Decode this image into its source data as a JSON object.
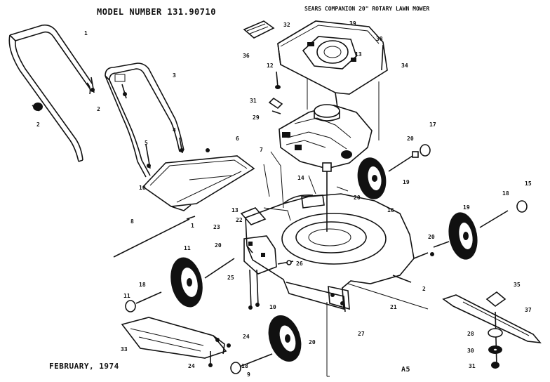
{
  "header": {
    "model_number": "MODEL NUMBER 131.90710",
    "subtitle": "SEARS COMPANION 20\" ROTARY LAWN MOWER"
  },
  "footer": {
    "date": "FEBRUARY, 1974",
    "page_code": "A5"
  },
  "callouts": [
    {
      "id": "c1",
      "text": "1"
    },
    {
      "id": "c2",
      "text": "2"
    },
    {
      "id": "c3",
      "text": "3"
    },
    {
      "id": "c4",
      "text": "4"
    },
    {
      "id": "c5",
      "text": "5"
    },
    {
      "id": "c6",
      "text": "6"
    },
    {
      "id": "c7",
      "text": "7"
    },
    {
      "id": "c8",
      "text": "8"
    },
    {
      "id": "c9",
      "text": "9"
    },
    {
      "id": "c10",
      "text": "10"
    },
    {
      "id": "c11",
      "text": "11"
    },
    {
      "id": "c12",
      "text": "12"
    },
    {
      "id": "c13",
      "text": "13"
    },
    {
      "id": "c14",
      "text": "14"
    },
    {
      "id": "c15",
      "text": "15"
    },
    {
      "id": "c16",
      "text": "16"
    },
    {
      "id": "c17",
      "text": "17"
    },
    {
      "id": "c18",
      "text": "18"
    },
    {
      "id": "c19",
      "text": "19"
    },
    {
      "id": "c20",
      "text": "20"
    },
    {
      "id": "c21",
      "text": "21"
    },
    {
      "id": "c22",
      "text": "22"
    },
    {
      "id": "c23",
      "text": "23"
    },
    {
      "id": "c24",
      "text": "24"
    },
    {
      "id": "c25",
      "text": "25"
    },
    {
      "id": "c26",
      "text": "26"
    },
    {
      "id": "c27",
      "text": "27"
    },
    {
      "id": "c28",
      "text": "28"
    },
    {
      "id": "c29",
      "text": "29"
    },
    {
      "id": "c30",
      "text": "30"
    },
    {
      "id": "c31",
      "text": "31"
    },
    {
      "id": "c32",
      "text": "32"
    },
    {
      "id": "c33",
      "text": "33"
    },
    {
      "id": "c34",
      "text": "34"
    },
    {
      "id": "c35",
      "text": "35"
    },
    {
      "id": "c36",
      "text": "36"
    }
  ]
}
